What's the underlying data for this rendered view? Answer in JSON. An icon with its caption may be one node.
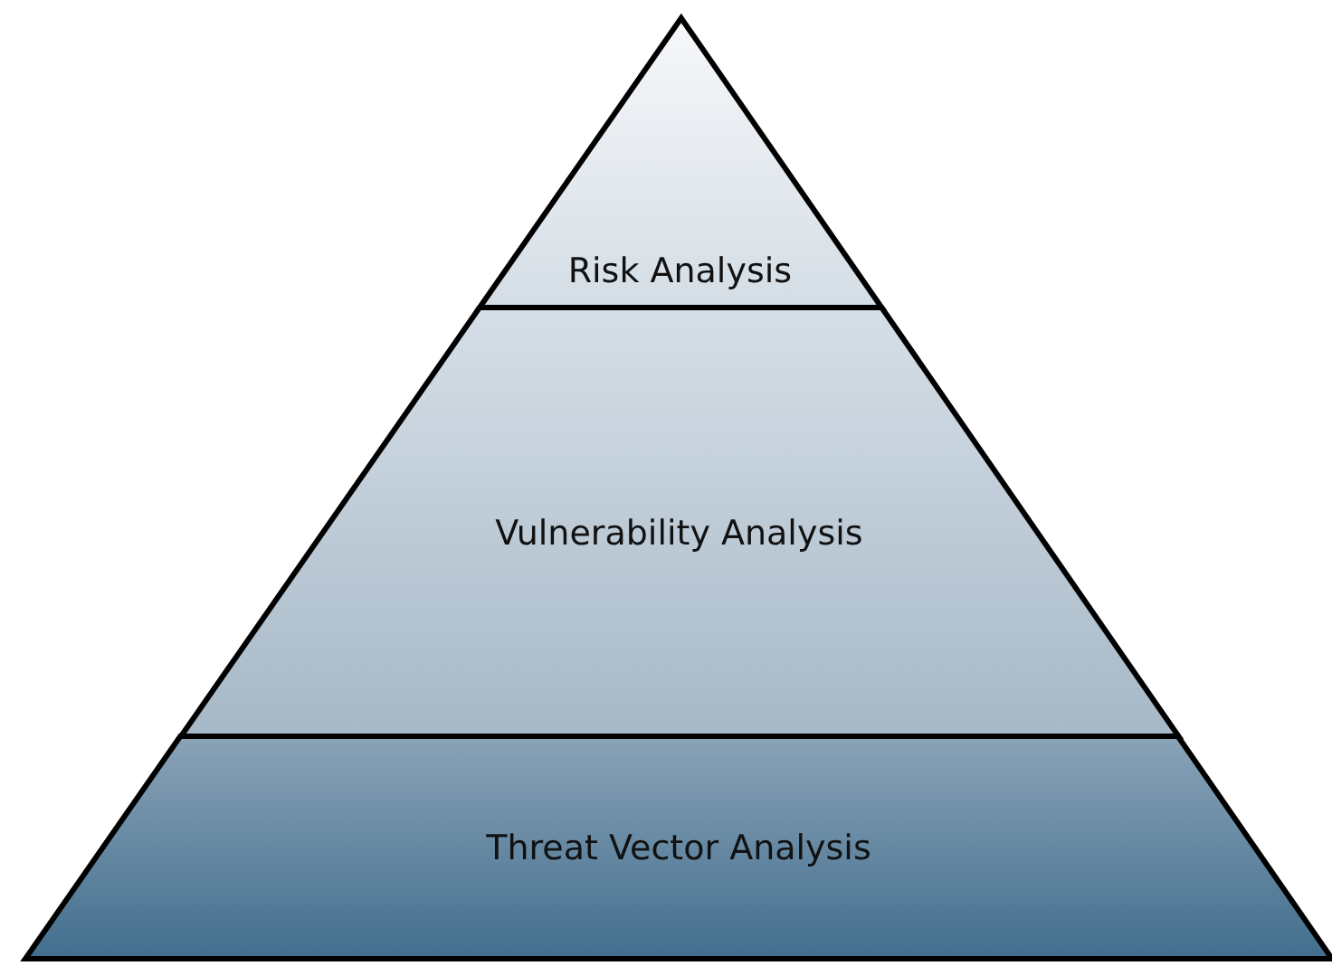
{
  "diagram": {
    "nodes": [
      {
        "text": [
          "Risk Analysis"
        ]
      },
      {
        "text": [
          "Vulnerability Analysis"
        ]
      },
      {
        "text": [
          "Threat Vector Analysis"
        ]
      }
    ]
  }
}
